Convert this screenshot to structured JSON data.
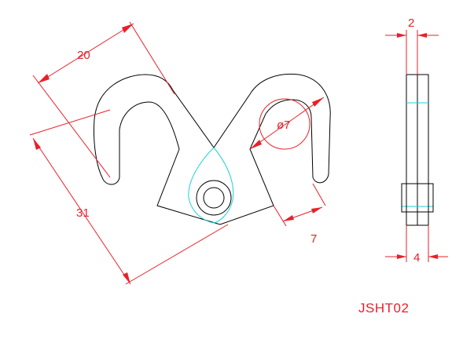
{
  "drawing": {
    "part_code": "JSHT02",
    "dimensions": {
      "width_top": "20",
      "length_side": "31",
      "hole_diameter": "ø7",
      "offset": "7",
      "thickness_top": "2",
      "thickness_bottom": "4"
    },
    "colors": {
      "outline": "#000000",
      "dimension": "#e8202a",
      "hidden_line": "#1fd2d8"
    }
  }
}
